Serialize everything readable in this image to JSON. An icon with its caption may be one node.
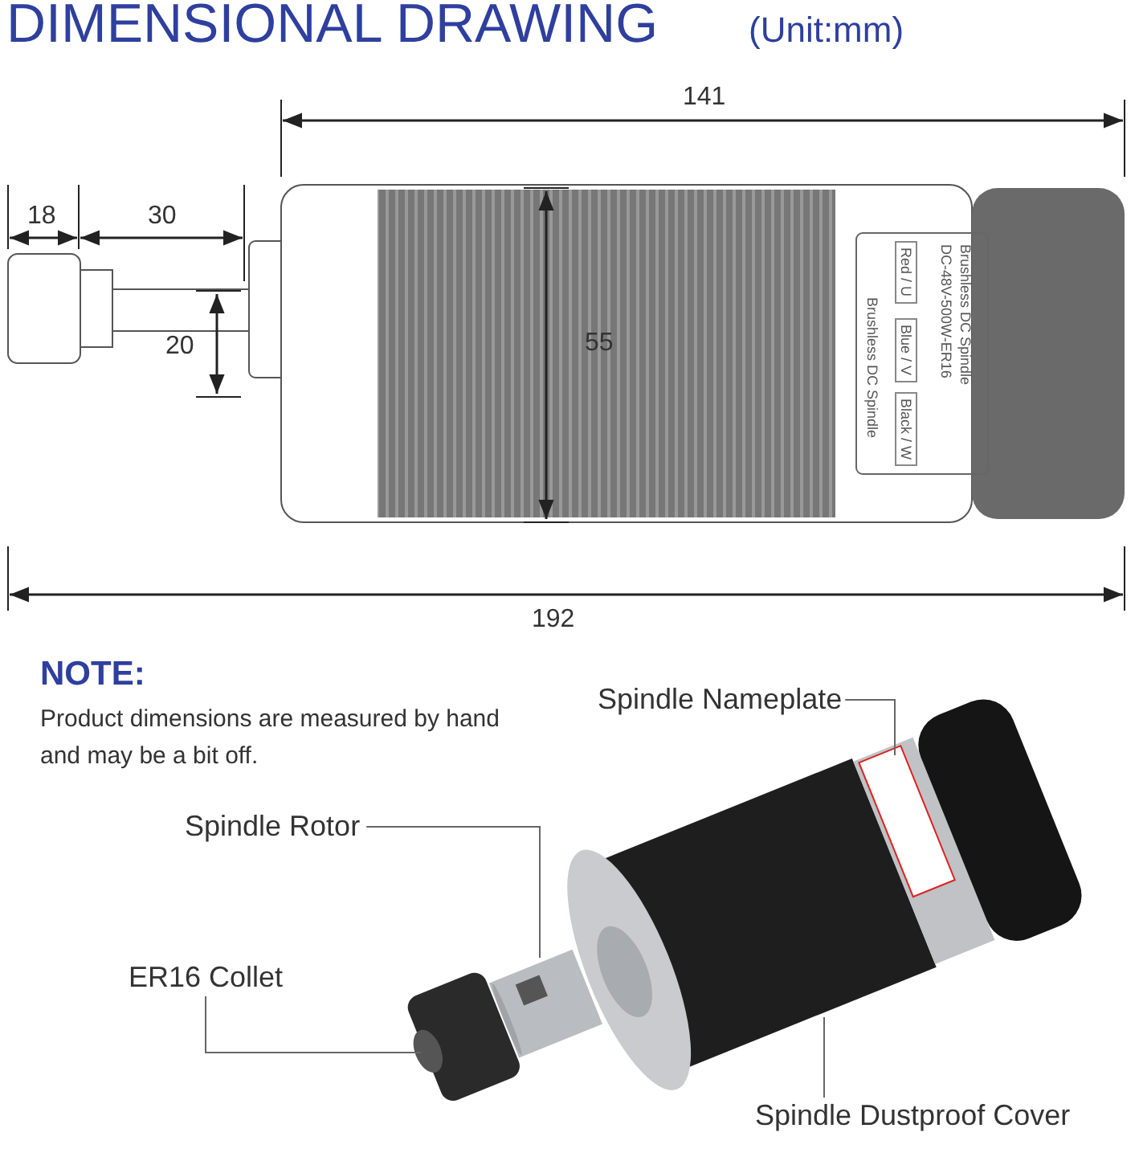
{
  "diagram": {
    "title": "DIMENSIONAL DRAWING",
    "nodes": [
      {
        "text": [
          "Spindle Nameplate"
        ]
      },
      {
        "text": [
          "Spindle Rotor"
        ]
      },
      {
        "text": [
          "ER16 Collet"
        ]
      },
      {
        "text": [
          "Spindle Dustproof Cover"
        ]
      },
      {
        "text": [],
        "shape": "cylinder"
      },
      {
        "text": [],
        "shape": "cylinder"
      },
      {
        "text": [],
        "shape": "cylinder"
      },
      {
        "text": [],
        "shape": "bar"
      }
    ],
    "edges": [
      {
        "from": 0,
        "to": 7,
        "arrow": "none"
      },
      {
        "from": 1,
        "to": 5,
        "arrow": "none"
      },
      {
        "from": 2,
        "to": 4,
        "arrow": "none"
      },
      {
        "from": 3,
        "to": 6,
        "arrow": "none"
      }
    ],
    "labels": [
      "(Unit:mm)",
      "141",
      "18",
      "30",
      "20",
      "55",
      "Brushless DC Spindle",
      "DC-48V-500W-ER16",
      "Red / U",
      "Blue / V",
      "Black / W",
      "Brushless DC Spindle",
      "192",
      "NOTE:",
      "Product dimensions are measured by hand and may be a bit off."
    ]
  }
}
